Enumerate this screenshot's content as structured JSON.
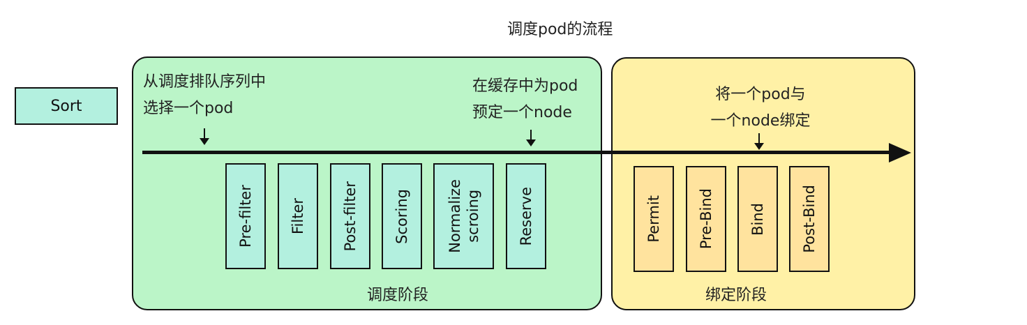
{
  "title": "调度pod的流程",
  "sort_box": {
    "label": "Sort"
  },
  "scheduling_phase": {
    "label": "调度阶段",
    "color": "#bbf5c8",
    "note_left": [
      "从调度排队序列中",
      "选择一个pod"
    ],
    "note_right": [
      "在缓存中为pod",
      "预定一个node"
    ],
    "steps": [
      {
        "label": "Pre-filter"
      },
      {
        "label": "Filter"
      },
      {
        "label": "Post-filter"
      },
      {
        "label": "Scoring"
      },
      {
        "label": "Normalize\nscroing"
      },
      {
        "label": "Reserve"
      }
    ],
    "step_color": "#b3f0df"
  },
  "binding_phase": {
    "label": "绑定阶段",
    "color": "#fff1a6",
    "note": [
      "将一个pod与",
      "一个node绑定"
    ],
    "steps": [
      {
        "label": "Permit"
      },
      {
        "label": "Pre-Bind"
      },
      {
        "label": "Bind"
      },
      {
        "label": "Post-Bind"
      }
    ],
    "step_color": "#ffe39e"
  }
}
